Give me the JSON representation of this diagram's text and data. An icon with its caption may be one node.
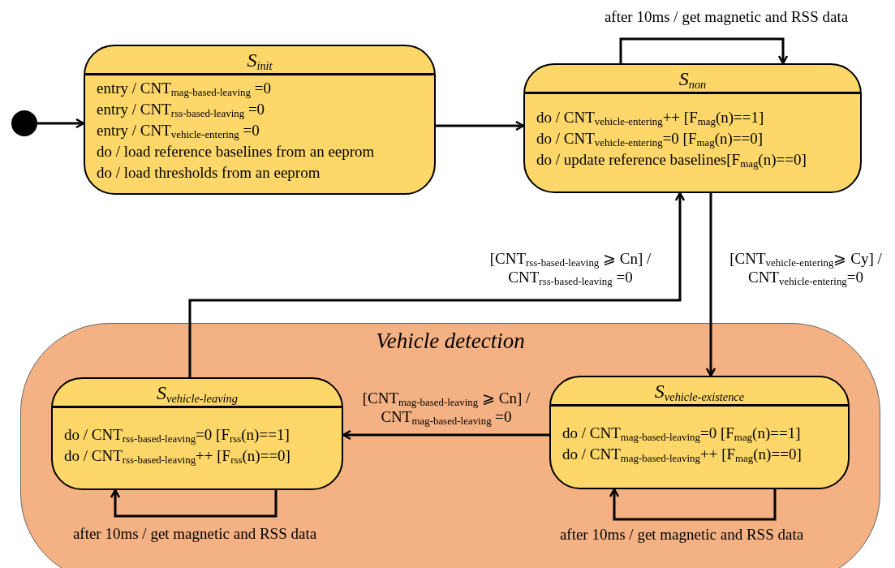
{
  "diagram": {
    "nodes": [
      {
        "text": [],
        "shape": "circle"
      },
      {
        "text": [
          "S$_{init}$",
          "entry / CNT$_{mag-based-leaving}$ =0",
          "entry / CNT$_{rss-based-leaving}$ =0",
          "entry / CNT$_{vehicle-entering}$ =0",
          "do / load reference baselines from an eeprom",
          "do / load thresholds from an eeprom"
        ]
      },
      {
        "text": [
          "S$_{non}$",
          "do / CNT$_{vehicle-entering}$++ [F$_{mag}$(n)==1]",
          "do / CNT$_{vehicle-entering}$=0 [F$_{mag}$(n)==0]",
          "do / update reference baselines[F$_{mag}$(n)==0]"
        ]
      },
      {
        "text": [
          "Vehicle detection"
        ]
      },
      {
        "text": [
          "S$_{vehicle-leaving}$",
          "do / CNT$_{rss-based-leaving}$=0 [F$_{rss}$(n)==1]",
          "do / CNT$_{rss-based-leaving}$++ [F$_{rss}$(n)==0]"
        ],
        "in": 3
      },
      {
        "text": [
          "S$_{vehicle-existence}$",
          "do / CNT$_{mag-based-leaving}$=0 [F$_{mag}$(n)==1]",
          "do / CNT$_{mag-based-leaving}$++ [F$_{mag}$(n)==0]"
        ],
        "in": 3
      }
    ],
    "edges": [
      {
        "from": 0,
        "to": 1,
        "arrow": "to"
      },
      {
        "from": 1,
        "to": 2,
        "arrow": "to"
      },
      {
        "from": 2,
        "to": 2,
        "arrow": "to",
        "label": "after 10ms / get magnetic and RSS data"
      },
      {
        "from": 4,
        "to": 2,
        "arrow": "to",
        "label": "[CNT$_{rss-based-leaving}$ ⩾ Cn] / CNT$_{rss-based-leaving}$ =0"
      },
      {
        "from": 2,
        "to": 5,
        "arrow": "to",
        "label": "[CNT$_{vehicle-entering}$⩾ Cy] / CNT$_{vehicle-entering}$=0"
      },
      {
        "from": 5,
        "to": 4,
        "arrow": "to",
        "label": "[CNT$_{mag-based-leaving}$ ⩾ Cn] / CNT$_{mag-based-leaving}$ =0"
      },
      {
        "from": 4,
        "to": 4,
        "arrow": "to",
        "label": "after 10ms / get magnetic and RSS data"
      },
      {
        "from": 5,
        "to": 5,
        "arrow": "to",
        "label": "after 10ms / get magnetic and RSS data"
      }
    ]
  }
}
